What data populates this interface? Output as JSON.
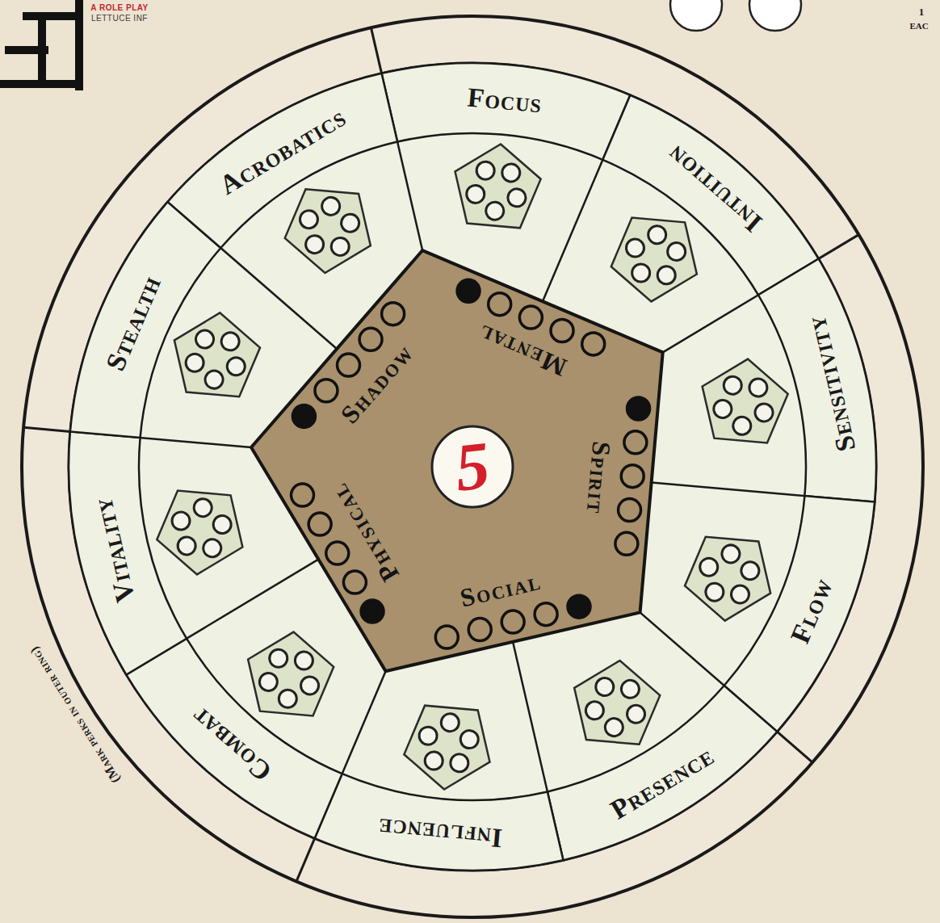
{
  "diagram": {
    "nodes": [
      {
        "text": [
          "Focus"
        ]
      },
      {
        "text": [
          "Intuition"
        ]
      },
      {
        "text": [
          "Sensitivity"
        ]
      },
      {
        "text": [
          "Flow"
        ]
      },
      {
        "text": [
          "Presence"
        ]
      },
      {
        "text": [
          "Influence"
        ]
      },
      {
        "text": [
          "Combat"
        ]
      },
      {
        "text": [
          "Vitality"
        ]
      },
      {
        "text": [
          "Stealth"
        ]
      },
      {
        "text": [
          "Acrobatics"
        ]
      },
      {
        "text": [
          "Mental",
          "Spirit",
          "Social",
          "Physical",
          "Shadow"
        ]
      },
      {
        "text": [
          "5"
        ],
        "in": 10
      }
    ],
    "labels": [
      "A ROLE PLAY",
      "LETTUCE INF",
      "1",
      "EAC",
      "(Mark perks in outer ring)"
    ]
  }
}
